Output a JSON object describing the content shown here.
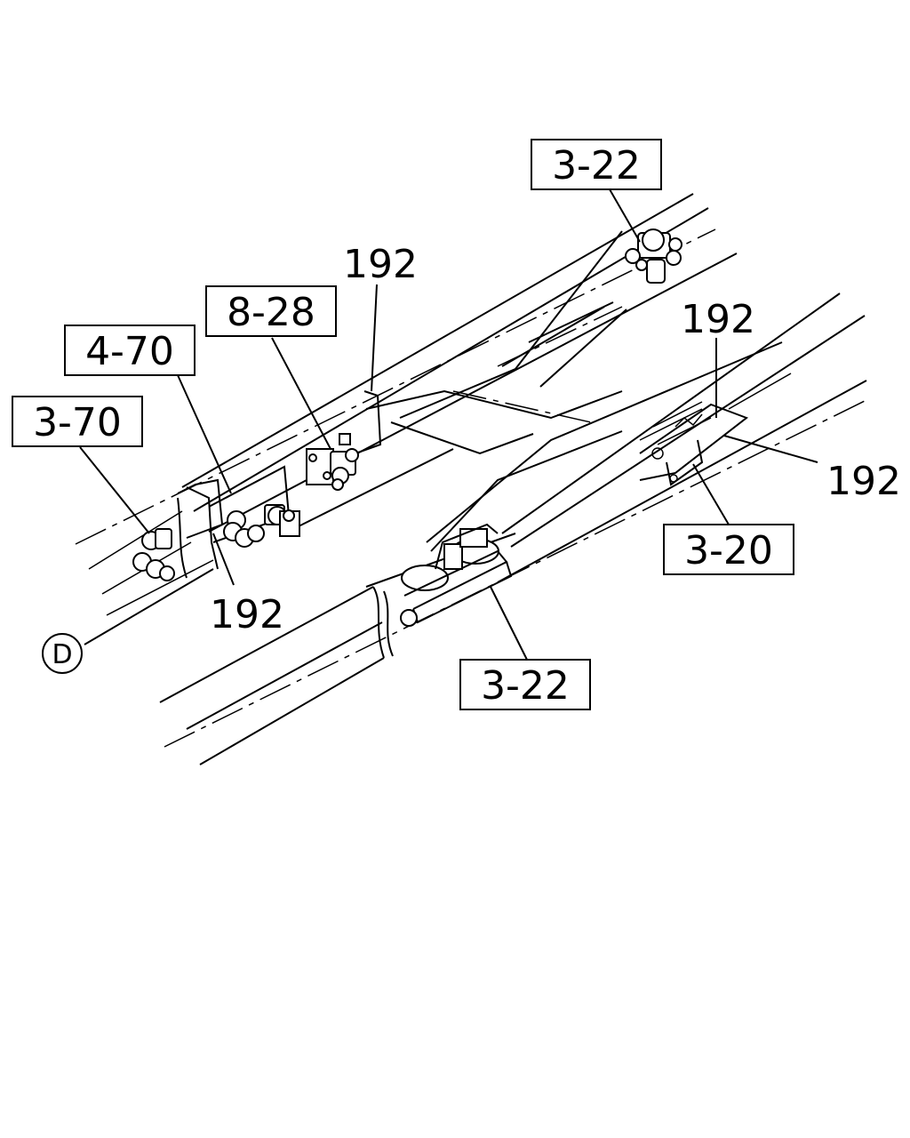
{
  "callouts": {
    "top_right": "3-22",
    "mid_upper": "8-28",
    "left_upper": "4-70",
    "left": "3-70",
    "right_mid": "3-20",
    "bottom_center": "3-22"
  },
  "part_numbers": {
    "upper": "192",
    "right_upper": "192",
    "right": "192",
    "lower_left": "192"
  },
  "reference_marker": "D"
}
